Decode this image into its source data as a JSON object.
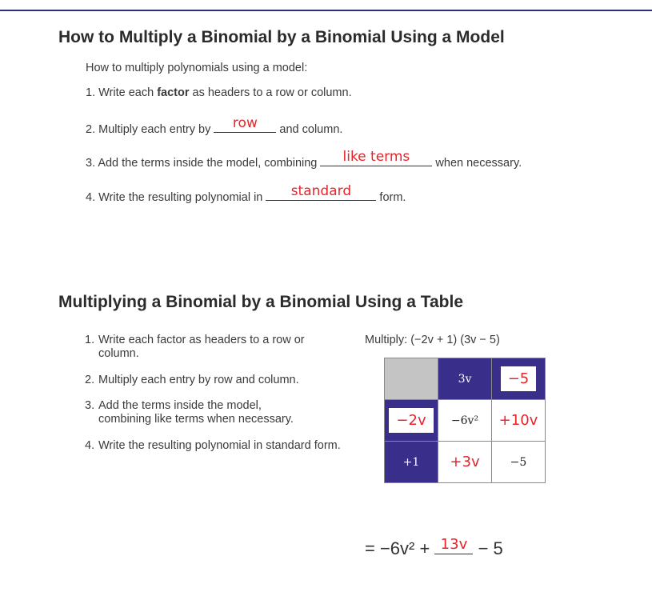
{
  "section1": {
    "title": "How to Multiply a Binomial by a Binomial Using a Model",
    "intro": "How to multiply polynomials using a model:",
    "step1_pre": "1. Write each ",
    "step1_bold": "factor",
    "step1_post": " as headers to a row or column.",
    "step2_pre": "2. Multiply each entry by ",
    "step2_answer": "row",
    "step2_post": " and column.",
    "step3_pre": "3. Add the terms inside the model, combining ",
    "step3_answer": "like terms",
    "step3_post": " when necessary.",
    "step4_pre": "4. Write the resulting polynomial in ",
    "step4_answer": "standard",
    "step4_post": " form."
  },
  "section2": {
    "title": "Multiplying a Binomial by a Binomial Using a Table",
    "steps": [
      {
        "num": "1.",
        "text": "Write each factor as headers to a row or column."
      },
      {
        "num": "2.",
        "text": "Multiply each entry by row and column."
      },
      {
        "num": "3.",
        "text": "Add the terms inside the model, combining like terms when necessary."
      },
      {
        "num": "4.",
        "text": "Write the resulting polynomial in standard form."
      }
    ],
    "multiply_label": "Multiply: (−2v + 1) (3v − 5)",
    "table": {
      "col1_header": "3v",
      "col2_header": "−5",
      "row1_header": "−2v",
      "row2_header": "+1",
      "cell_r1c1": "−6v²",
      "cell_r1c2": "+10v",
      "cell_r2c1": "+3v",
      "cell_r2c2": "−5"
    },
    "result_pre": "= −6v² + ",
    "result_answer": "13v",
    "result_post": " − 5"
  },
  "colors": {
    "accent_purple": "#3a2e8b",
    "handwriting_red": "#e8232a",
    "header_gray": "#c4c4c4"
  }
}
